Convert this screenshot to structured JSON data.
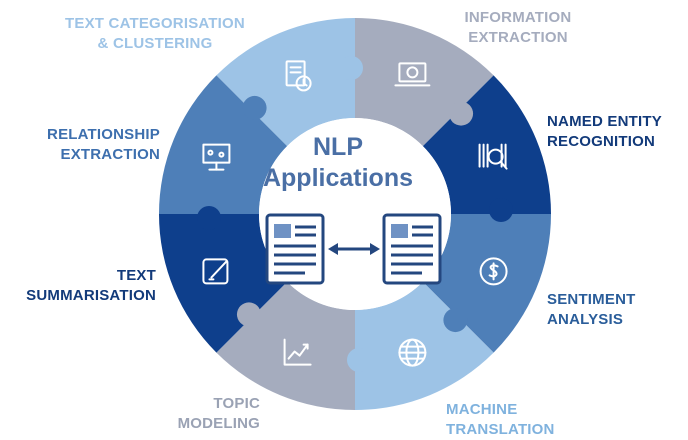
{
  "center": {
    "title_line1": "NLP",
    "title_line2": "Applications",
    "graphic": "document-exchange-icon"
  },
  "segments": [
    {
      "id": "text-categorisation",
      "line1": "TEXT CATEGORISATION",
      "line2": "& CLUSTERING",
      "color": "#9dc3e6",
      "label_color": "#9dc3e6",
      "icon": "document-clock-icon"
    },
    {
      "id": "information-extraction",
      "line1": "INFORMATION",
      "line2": "EXTRACTION",
      "color": "#a5acbe",
      "label_color": "#a5acbe",
      "icon": "laptop-dollar-icon"
    },
    {
      "id": "named-entity-recognition",
      "line1": "NAMED ENTITY",
      "line2": "RECOGNITION",
      "color": "#0e3f8c",
      "label_color": "#123a7a",
      "icon": "barcode-search-icon"
    },
    {
      "id": "sentiment-analysis",
      "line1": "SENTIMENT",
      "line2": "ANALYSIS",
      "color": "#4e7fb8",
      "label_color": "#2a5d9a",
      "icon": "dollar-cycle-icon"
    },
    {
      "id": "machine-translation",
      "line1": "MACHINE",
      "line2": "TRANSLATION",
      "color": "#9dc3e6",
      "label_color": "#7fb2de",
      "icon": "globe-icon"
    },
    {
      "id": "topic-modeling",
      "line1": "TOPIC",
      "line2": "MODELING",
      "color": "#a5acbe",
      "label_color": "#9aa2b4",
      "icon": "line-chart-icon"
    },
    {
      "id": "text-summarisation",
      "line1": "TEXT",
      "line2": "SUMMARISATION",
      "color": "#0e3f8c",
      "label_color": "#123a7a",
      "icon": "edit-icon"
    },
    {
      "id": "relationship-extraction",
      "line1": "RELATIONSHIP",
      "line2": "EXTRACTION",
      "color": "#4e7fb8",
      "label_color": "#3d6fae",
      "icon": "presentation-board-icon"
    }
  ]
}
